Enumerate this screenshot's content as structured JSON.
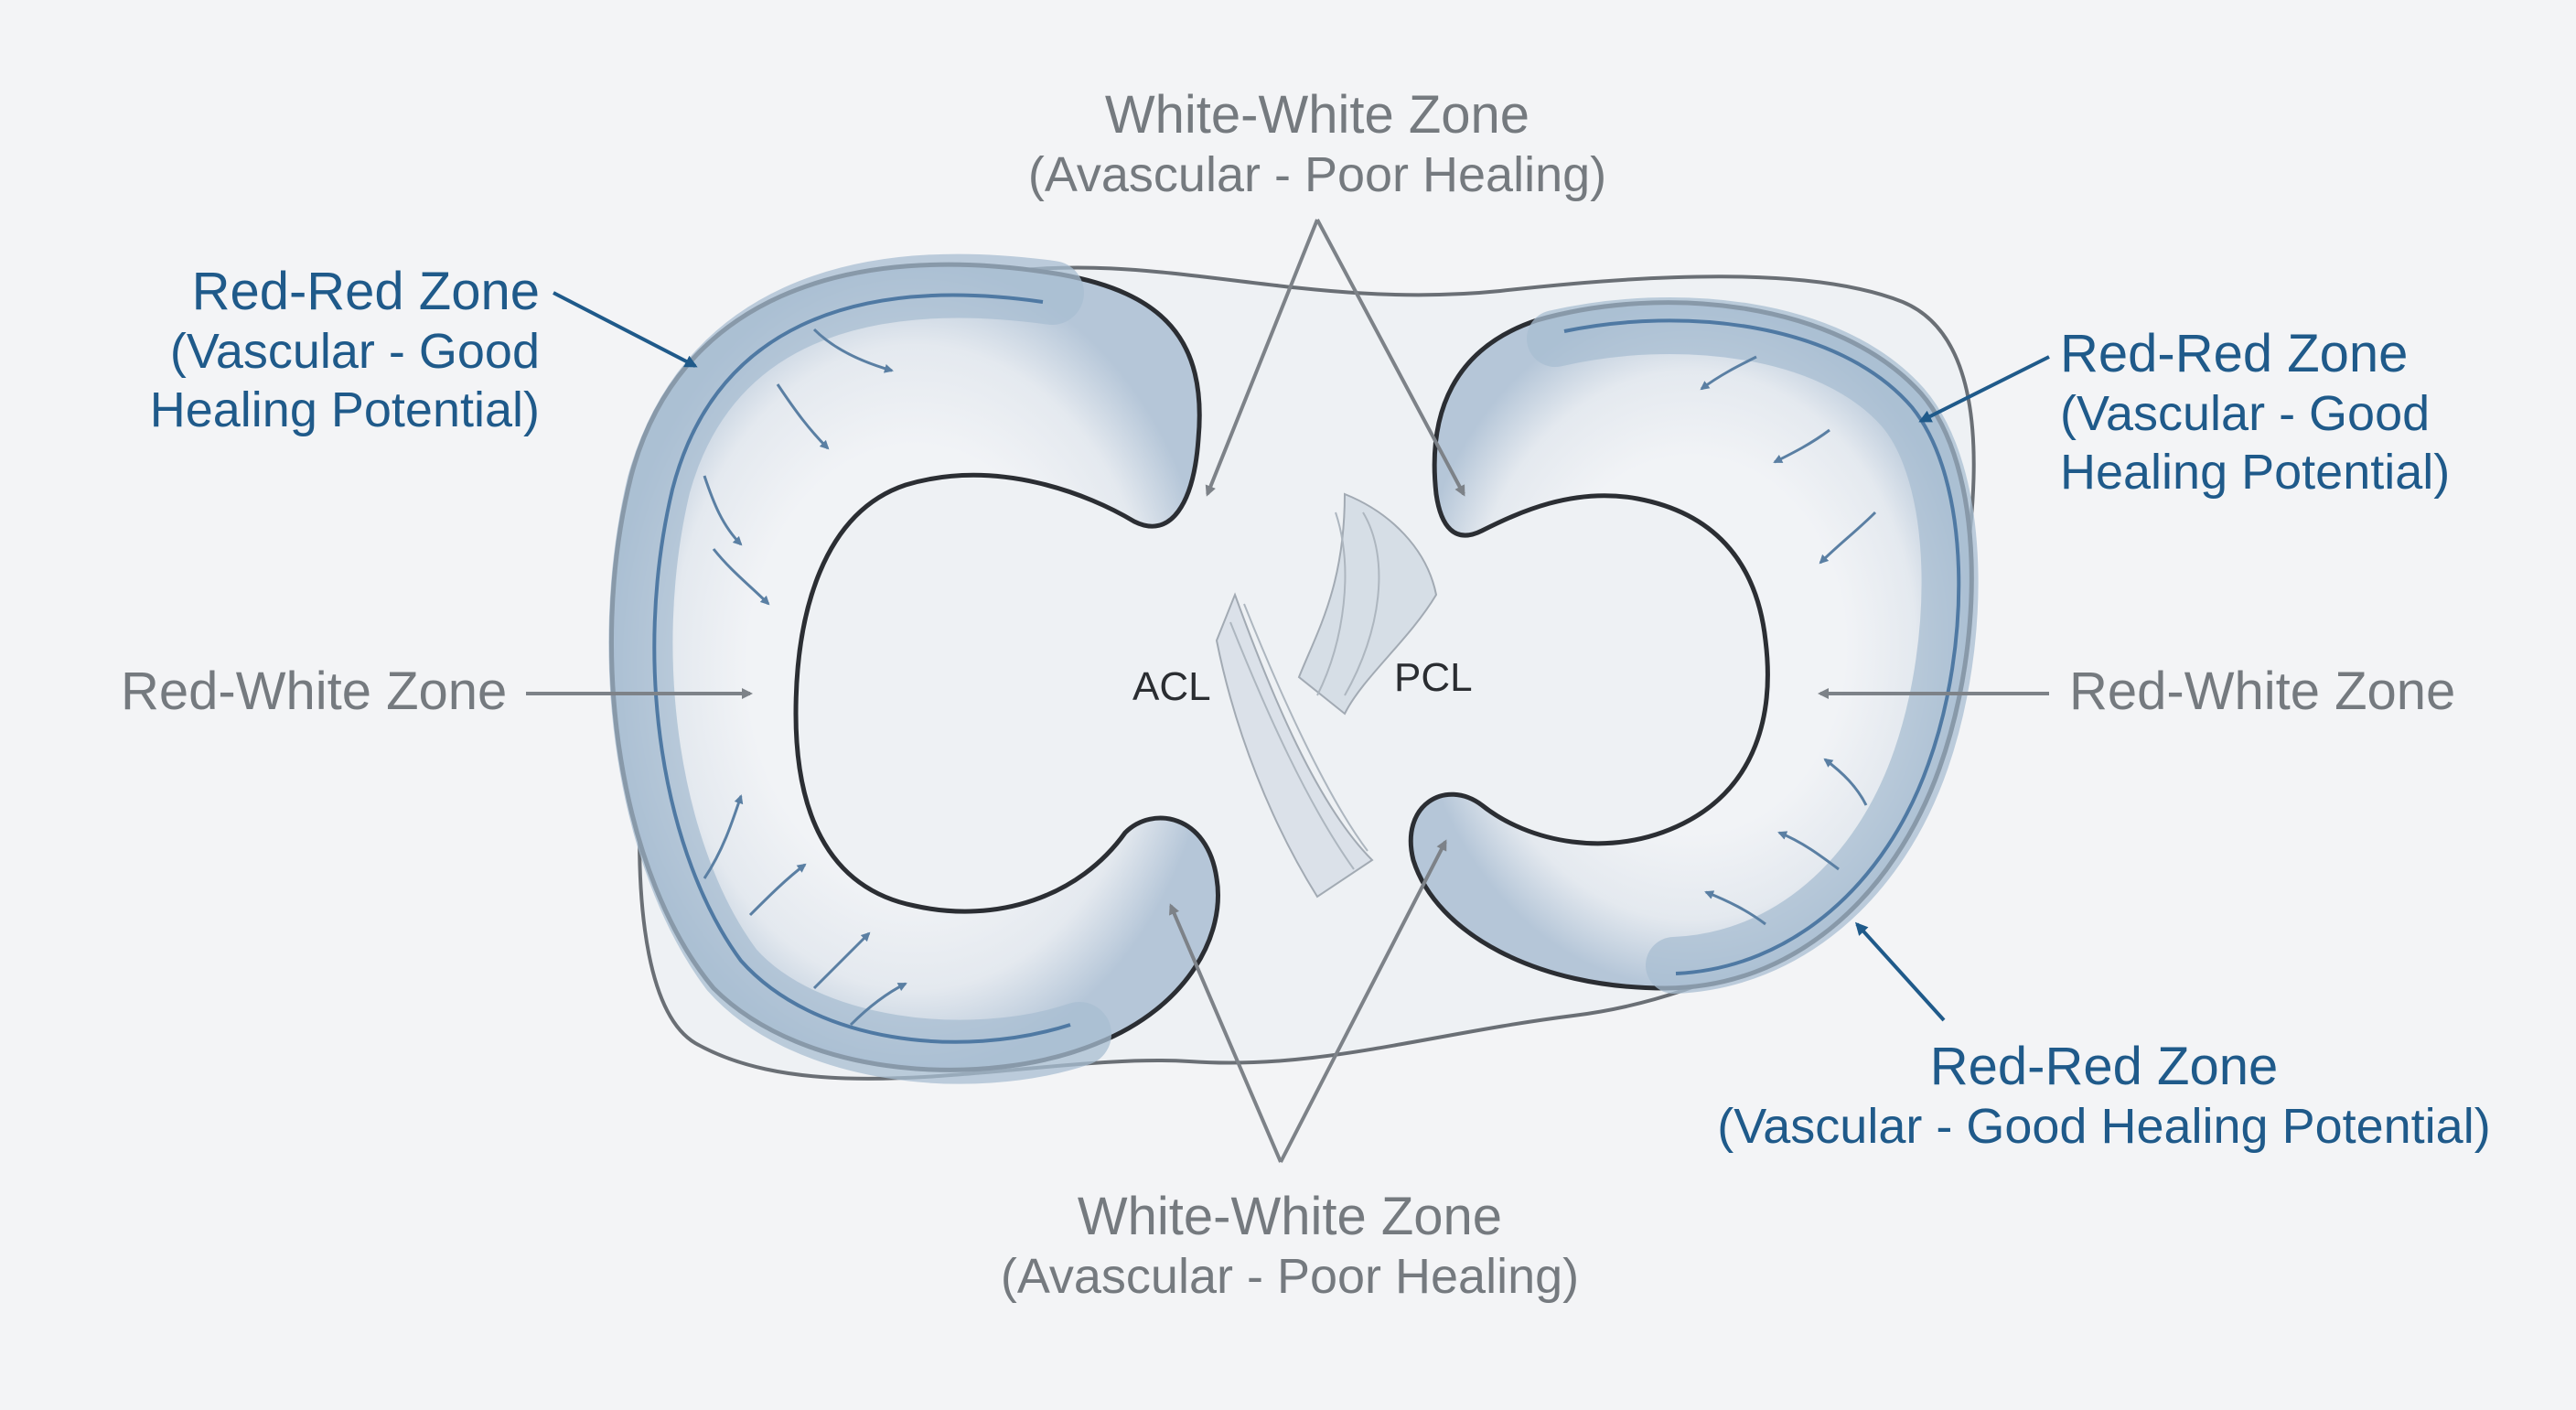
{
  "colors": {
    "background": "#f3f4f6",
    "vascular_blue": "#1f5a8a",
    "annotation_gray": "#757a7f",
    "outline": "#2b2e33",
    "red_red_fill": "#b7c7d8",
    "meniscus_fill": "#e8ecf1"
  },
  "labels": {
    "top_white": {
      "title": "White-White Zone",
      "subtitle": "(Avascular - Poor Healing)"
    },
    "bottom_white": {
      "title": "White-White Zone",
      "subtitle": "(Avascular - Poor Healing)"
    },
    "left_red_red": {
      "title": "Red-Red Zone",
      "line2": "(Vascular - Good",
      "line3": "Healing Potential)"
    },
    "right_red_red": {
      "title": "Red-Red Zone",
      "line2": "(Vascular - Good",
      "line3": "Healing Potential)"
    },
    "bottom_red_red": {
      "title": "Red-Red Zone",
      "subtitle": "(Vascular - Good Healing Potential)"
    },
    "left_red_white": "Red-White Zone",
    "right_red_white": "Red-White Zone",
    "acl": "ACL",
    "pcl": "PCL"
  }
}
